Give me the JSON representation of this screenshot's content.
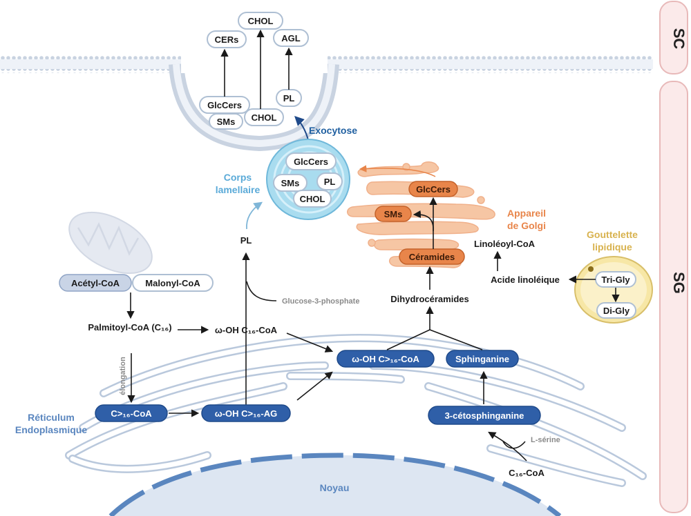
{
  "side_labels": {
    "sc": "SC",
    "sg": "SG"
  },
  "organelles": {
    "exocytose": "Exocytose",
    "corps_lamellaire": [
      "Corps",
      "lamellaire"
    ],
    "appareil_golgi": [
      "Appareil",
      "de Golgi"
    ],
    "gouttelette": [
      "Gouttelette",
      "lipidique"
    ],
    "reticulum": [
      "Réticulum",
      "Endoplasmique"
    ],
    "noyau": "Noyau"
  },
  "sc_lipids": {
    "chol": "CHOL",
    "cers": "CERs",
    "agl": "AGL"
  },
  "vesicle_lipids": {
    "glccers": "GlcCers",
    "sms": "SMs",
    "chol": "CHOL",
    "pl": "PL"
  },
  "lamellar_lipids": {
    "glccers": "GlcCers",
    "sms": "SMs",
    "pl": "PL",
    "chol": "CHOL"
  },
  "golgi_lipids": {
    "glccers": "GlcCers",
    "sms": "SMs",
    "ceramides": "Céramides"
  },
  "pathway": {
    "acetyl_coa": "Acétyl-CoA",
    "malonyl_coa": "Malonyl-CoA",
    "palmitoyl_coa": "Palmitoyl-CoA (C₁₆)",
    "omega_oh_c16": "ω-OH C₁₆-CoA",
    "pl": "PL",
    "glucose_3_phosphate": "Glucose-3-phosphate",
    "elongation": "élongation",
    "c16_coa_long": "C>₁₆-CoA",
    "omega_oh_ag": "ω-OH C>₁₆-AG",
    "omega_oh_coa_long": "ω-OH C>₁₆-CoA",
    "sphinganine": "Sphinganine",
    "dihydroceramides": "Dihydrocéramides",
    "ceto_sphinganine": "3-cétosphinganine",
    "l_serine": "L-sérine",
    "c16_coa": "C₁₆-CoA",
    "linoleoyl_coa": "Linoléoyl-CoA",
    "acide_linoleique": "Acide linoléique",
    "tri_gly": "Tri-Gly",
    "di_gly": "Di-Gly"
  },
  "colors": {
    "membrane": "#c3cfdf",
    "er_stroke": "#b9c8dc",
    "blue_pill": "#2f5fa8",
    "orange_pill": "#e8854a",
    "golgi_fill": "#f6c6a4",
    "lamellar_fill": "#a9dcef",
    "lipid_drop": "#f7e7a6",
    "nucleus": "#dde6f2",
    "side_bar": "#f7dede"
  }
}
